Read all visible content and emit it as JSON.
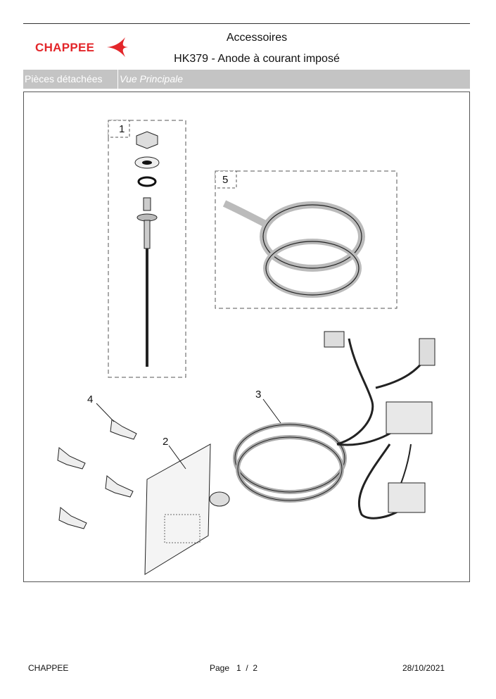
{
  "header": {
    "logo_text": "CHAPPEE",
    "title": "Accessoires",
    "subtitle": "HK379 - Anode à courant imposé"
  },
  "tabs": {
    "tab1": "Pièces détachées",
    "tab2": "Vue Principale"
  },
  "drawing": {
    "callouts": {
      "c1": "1",
      "c2": "2",
      "c3": "3",
      "c4": "4",
      "c5": "5"
    }
  },
  "footer": {
    "brand": "CHAPPEE",
    "page": "Page   1  /  2",
    "date": "28/10/2021"
  },
  "colors": {
    "brand_red": "#e3262a",
    "tab_gray": "#c4c4c4"
  }
}
